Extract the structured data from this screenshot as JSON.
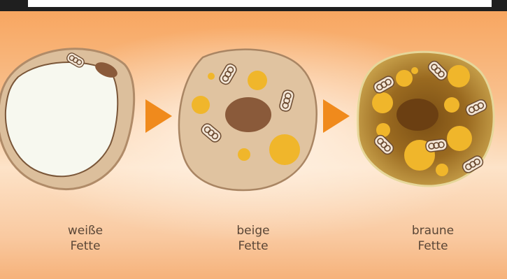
{
  "colors": {
    "cell_membrane": "#b08b68",
    "cytoplasm_beige": "#e0c3a0",
    "lipid_white": "#f6f7ee",
    "nucleus": "#8a5a3a",
    "lipid_droplet_yellow": "#f0b62b",
    "brown_cytoplasm": "#9a6a20",
    "arrow_orange": "#f08a1c",
    "label_text": "#5a4636"
  },
  "stages": [
    {
      "line1": "weiße",
      "line2": "Fette"
    },
    {
      "line1": "beige",
      "line2": "Fette"
    },
    {
      "line1": "braune",
      "line2": "Fette"
    }
  ],
  "arrows": 2
}
